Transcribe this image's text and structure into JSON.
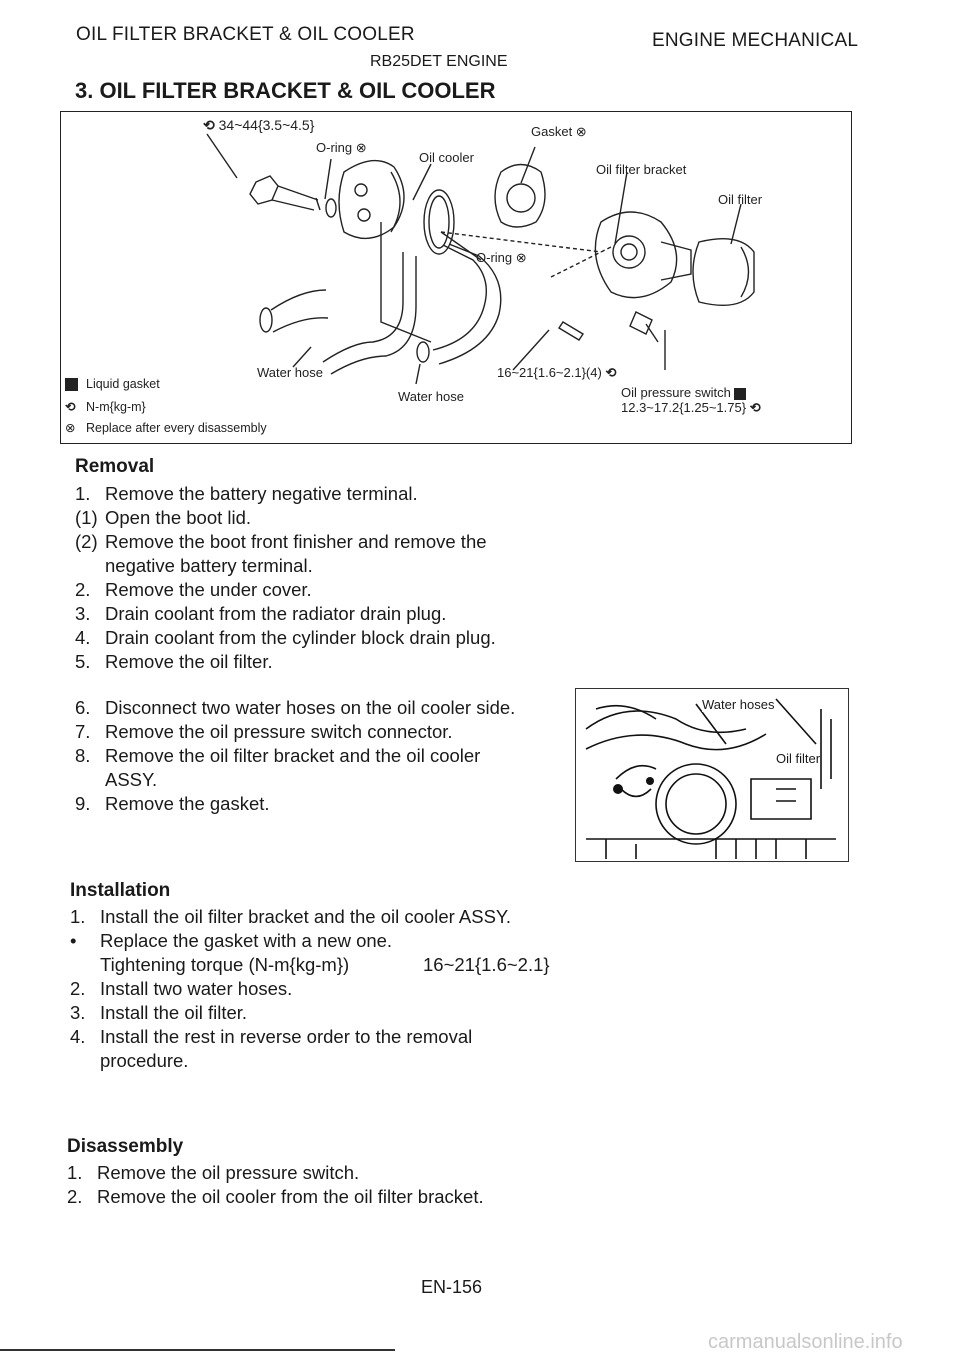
{
  "header": {
    "left": "OIL FILTER BRACKET & OIL COOLER",
    "right": "ENGINE MECHANICAL",
    "engine": "RB25DET ENGINE"
  },
  "section_title": "3. OIL FILTER BRACKET & OIL COOLER",
  "diagram": {
    "labels": {
      "torque_top": "34~44{3.5~4.5}",
      "oring_top": "O-ring",
      "oil_cooler": "Oil cooler",
      "gasket": "Gasket",
      "oil_filter_bracket": "Oil filter bracket",
      "oil_filter": "Oil filter",
      "oring_mid": "O-ring",
      "water_hose_left": "Water hose",
      "water_hose_right": "Water hose",
      "torque_bracket": "16~21{1.6~2.1}(4)",
      "oil_pressure_switch": "Oil pressure switch",
      "torque_switch": "12.3~17.2{1.25~1.75}"
    },
    "legend": [
      {
        "icon": "liquid-gasket-icon",
        "text": "Liquid gasket"
      },
      {
        "icon": "torque-icon",
        "text": "N-m{kg-m}"
      },
      {
        "icon": "replace-icon",
        "text": "Replace after every disassembly"
      }
    ]
  },
  "removal": {
    "title": "Removal",
    "steps": [
      {
        "num": "1.",
        "text": "Remove the battery negative terminal."
      },
      {
        "num": "(1)",
        "text": "Open the boot lid."
      },
      {
        "num": "(2)",
        "text": "Remove the boot front finisher and remove the"
      },
      {
        "num": "",
        "text": "negative battery terminal."
      },
      {
        "num": "2.",
        "text": "Remove the under cover."
      },
      {
        "num": "3.",
        "text": "Drain coolant from the radiator drain plug."
      },
      {
        "num": "4.",
        "text": "Drain coolant from the cylinder block drain plug."
      },
      {
        "num": "5.",
        "text": "Remove the oil filter."
      }
    ],
    "steps2": [
      {
        "num": "6.",
        "text": "Disconnect two water hoses on the oil cooler side."
      },
      {
        "num": "7.",
        "text": "Remove the oil pressure switch connector."
      },
      {
        "num": "8.",
        "text": "Remove  the  oil  filter  bracket  and  the  oil  cooler"
      },
      {
        "num": "",
        "text": "ASSY."
      },
      {
        "num": "9.",
        "text": "Remove the gasket."
      }
    ]
  },
  "photo": {
    "label_water_hoses": "Water hoses",
    "label_oil_filter": "Oil filter"
  },
  "installation": {
    "title": "Installation",
    "steps": [
      {
        "num": "1.",
        "text": "Install the oil filter bracket and the oil cooler ASSY."
      },
      {
        "num": "•",
        "text": "Replace the gasket with a new one."
      },
      {
        "num": "",
        "text": "Tightening torque (N-m{kg-m})"
      },
      {
        "num": "2.",
        "text": "Install two water hoses."
      },
      {
        "num": "3.",
        "text": "Install the oil filter."
      },
      {
        "num": "4.",
        "text": "Install the rest in reverse order to the removal"
      },
      {
        "num": "",
        "text": "procedure."
      }
    ],
    "torque_value": "16~21{1.6~2.1}"
  },
  "disassembly": {
    "title": "Disassembly",
    "steps": [
      {
        "num": "1.",
        "text": "Remove the oil pressure switch."
      },
      {
        "num": "2.",
        "text": "Remove the oil cooler from the oil filter bracket."
      }
    ]
  },
  "page_number": "EN-156",
  "watermark": "carmanualsonline.info"
}
